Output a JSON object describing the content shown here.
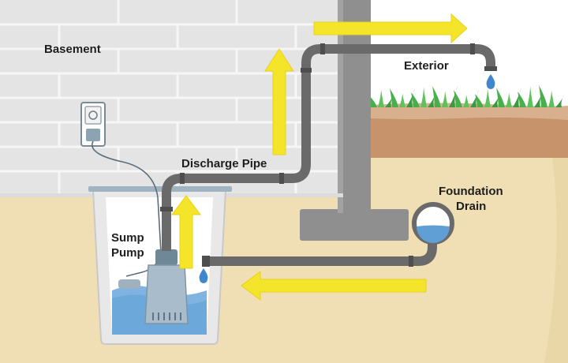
{
  "labels": {
    "basement": "Basement",
    "exterior": "Exterior",
    "discharge_pipe": "Discharge Pipe",
    "sump_line1": "Sump",
    "sump_line2": "Pump",
    "foundation_line1": "Foundation",
    "foundation_line2": "Drain"
  },
  "colors": {
    "wall": "#e4e4e4",
    "mortar": "#f6f6f6",
    "soil": "#f0dfb4",
    "topsoil": "#c7936b",
    "foundation": "#8f8f8f",
    "pipe": "#6a6a6a",
    "arrow": "#f5e52a",
    "water": "#7eb3e2",
    "grass": "#48b04a"
  },
  "icons": [
    "power-outlet-icon",
    "water-drop-icon",
    "flow-arrow-icon",
    "grass-icon"
  ]
}
